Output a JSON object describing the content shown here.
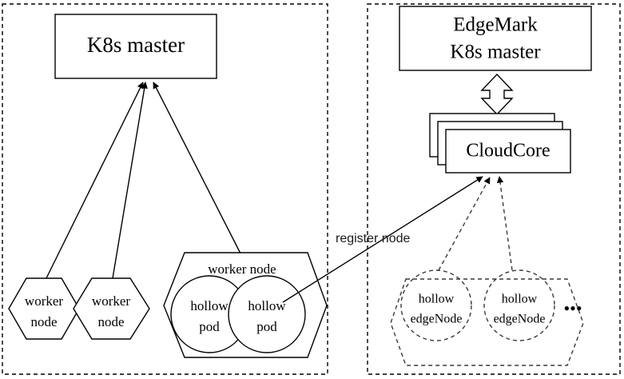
{
  "figure": {
    "type": "architecture-diagram",
    "background": "#ffffff",
    "stroke_color": "#000000",
    "dashed_stroke_color": "#3a3a3a"
  },
  "left_panel": {
    "name": "real-kubernetes-cluster",
    "master": {
      "label": "K8s master"
    },
    "worker_nodes": [
      {
        "line1": "worker",
        "line2": "node"
      },
      {
        "line1": "worker",
        "line2": "node"
      }
    ],
    "hollow_worker_node": {
      "title": "worker node",
      "pods": [
        {
          "line1": "hollow",
          "line2": "pod"
        },
        {
          "line1": "hollow",
          "line2": "pod"
        }
      ]
    }
  },
  "right_panel": {
    "name": "edgemark-cluster",
    "master": {
      "line1": "EdgeMark",
      "line2": "K8s master"
    },
    "cloudcore": {
      "label": "CloudCore",
      "stack_count": 3
    },
    "edge_group": {
      "edge_nodes": [
        {
          "line1": "hollow",
          "line2": "edgeNode"
        },
        {
          "line1": "hollow",
          "line2": "edgeNode"
        }
      ],
      "ellipsis": "•••"
    }
  },
  "annotations": {
    "register_node": "register node"
  }
}
